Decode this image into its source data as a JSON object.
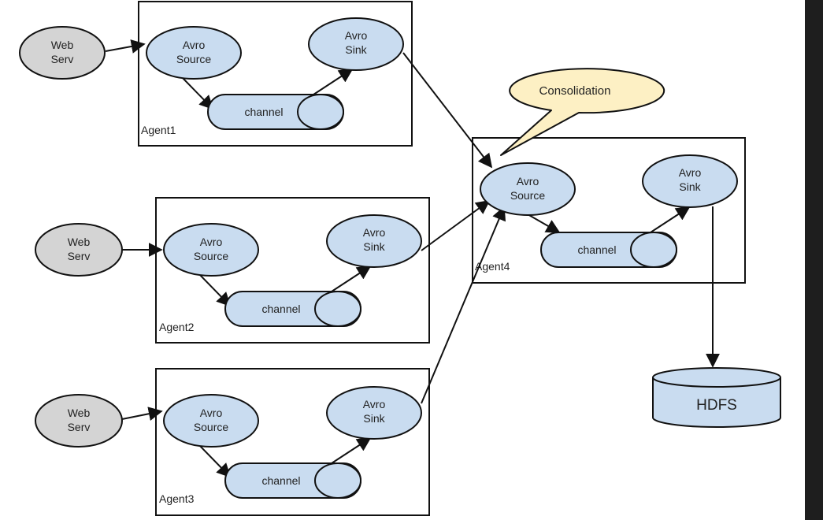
{
  "colors": {
    "web_serv_fill": "#d4d4d4",
    "node_fill": "#c9dcf0",
    "callout_fill": "#fdf0c4",
    "stroke": "#111111",
    "edge_bar": "#1e1e1e"
  },
  "web_servers": [
    {
      "line1": "Web",
      "line2": "Serv"
    },
    {
      "line1": "Web",
      "line2": "Serv"
    },
    {
      "line1": "Web",
      "line2": "Serv"
    }
  ],
  "agents": [
    {
      "name": "Agent1",
      "source": {
        "line1": "Avro",
        "line2": "Source"
      },
      "sink": {
        "line1": "Avro",
        "line2": "Sink"
      },
      "channel": "channel"
    },
    {
      "name": "Agent2",
      "source": {
        "line1": "Avro",
        "line2": "Source"
      },
      "sink": {
        "line1": "Avro",
        "line2": "Sink"
      },
      "channel": "channel"
    },
    {
      "name": "Agent3",
      "source": {
        "line1": "Avro",
        "line2": "Source"
      },
      "sink": {
        "line1": "Avro",
        "line2": "Sink"
      },
      "channel": "channel"
    },
    {
      "name": "Agent4",
      "source": {
        "line1": "Avro",
        "line2": "Source"
      },
      "sink": {
        "line1": "Avro",
        "line2": "Sink"
      },
      "channel": "channel"
    }
  ],
  "callout": "Consolidation",
  "storage": "HDFS"
}
